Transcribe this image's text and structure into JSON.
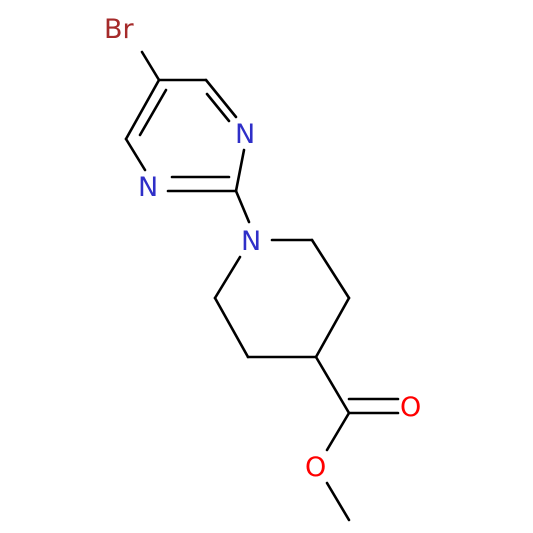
{
  "molecule": {
    "atoms": {
      "br": {
        "symbol": "Br",
        "color": "#a52a2a"
      },
      "n_pyr_right": {
        "symbol": "N",
        "color": "#2f2fc8"
      },
      "n_pyr_left": {
        "symbol": "N",
        "color": "#2f2fc8"
      },
      "n_pip": {
        "symbol": "N",
        "color": "#2f2fc8"
      },
      "o_carbonyl": {
        "symbol": "O",
        "color": "#ff0000"
      },
      "o_ester": {
        "symbol": "O",
        "color": "#ff0000"
      }
    },
    "bond_color": "#000000"
  }
}
